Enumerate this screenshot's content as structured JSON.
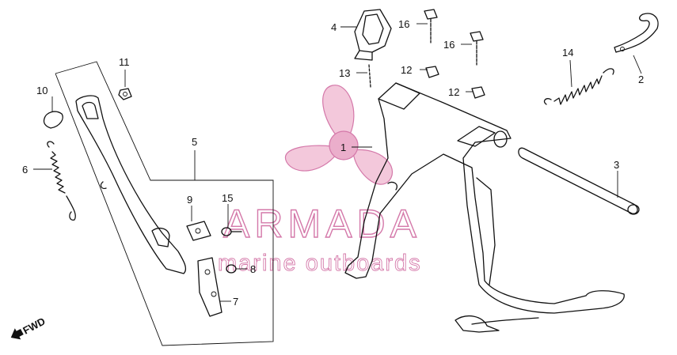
{
  "diagram": {
    "labels": [
      {
        "id": "1",
        "text": "1"
      },
      {
        "id": "2",
        "text": "2"
      },
      {
        "id": "3",
        "text": "3"
      },
      {
        "id": "4",
        "text": "4"
      },
      {
        "id": "5",
        "text": "5"
      },
      {
        "id": "6",
        "text": "6"
      },
      {
        "id": "7",
        "text": "7"
      },
      {
        "id": "8",
        "text": "8"
      },
      {
        "id": "9",
        "text": "9"
      },
      {
        "id": "10",
        "text": "10"
      },
      {
        "id": "11",
        "text": "11"
      },
      {
        "id": "12a",
        "text": "12"
      },
      {
        "id": "12b",
        "text": "12"
      },
      {
        "id": "13",
        "text": "13"
      },
      {
        "id": "14",
        "text": "14"
      },
      {
        "id": "15",
        "text": "15"
      },
      {
        "id": "16a",
        "text": "16"
      },
      {
        "id": "16b",
        "text": "16"
      }
    ],
    "fwd_label": "FWD"
  },
  "watermark": {
    "brand": "ARMADA",
    "tagline": "marine outboards",
    "color": "#d06aa0"
  }
}
